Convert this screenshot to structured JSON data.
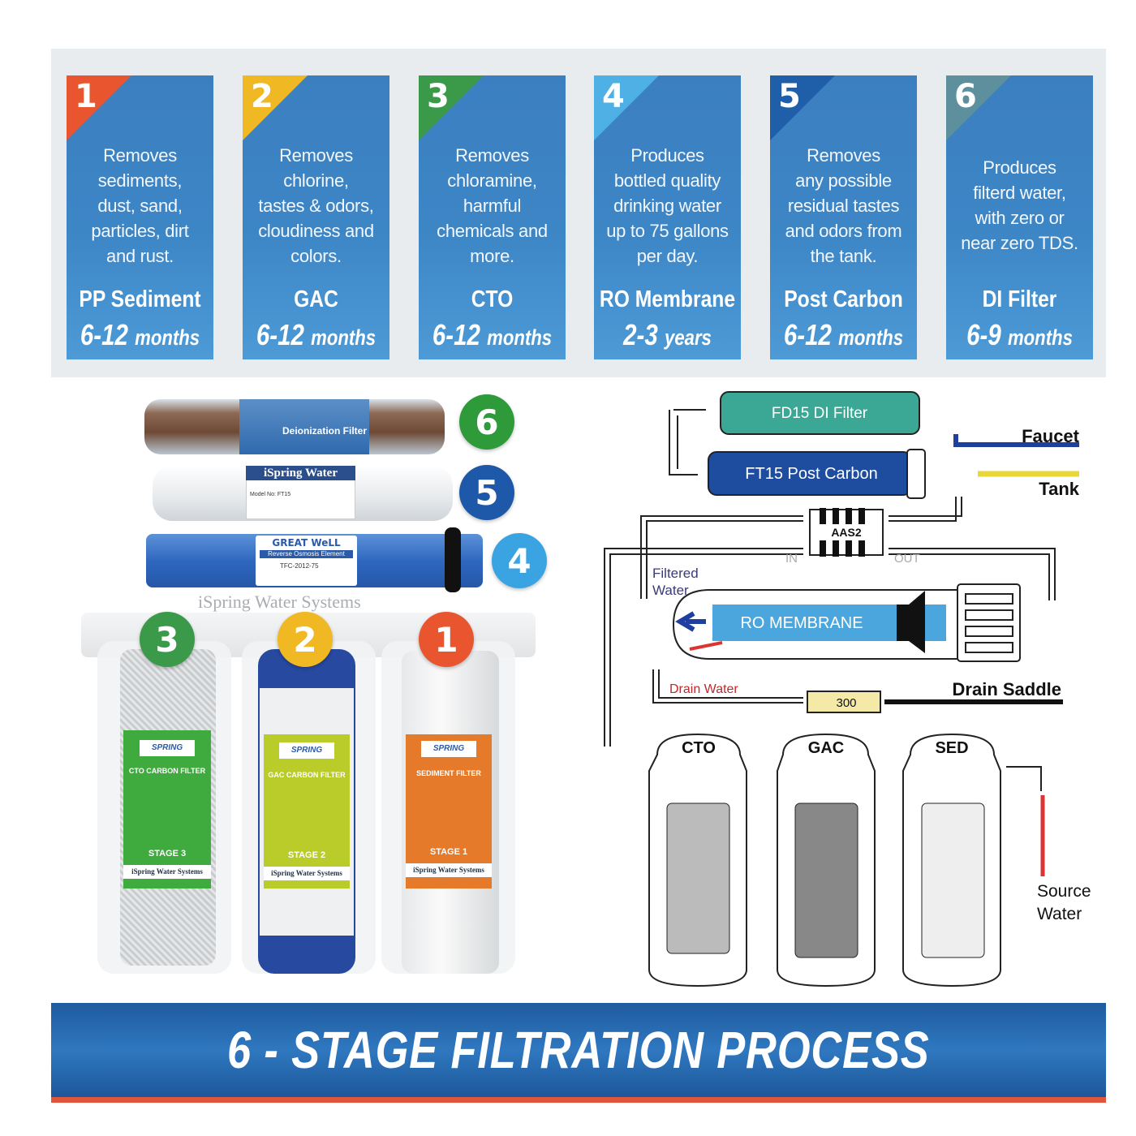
{
  "stages": [
    {
      "number": "1",
      "description": "Removes\nsediments,\ndust, sand,\nparticles, dirt\nand rust.",
      "name": "PP Sediment",
      "life_num": "6-12",
      "life_unit": "months",
      "color": "#e8552f"
    },
    {
      "number": "2",
      "description": "Removes\nchlorine,\ntastes & odors,\ncloudiness and\ncolors.",
      "name": "GAC",
      "life_num": "6-12",
      "life_unit": "months",
      "color": "#f0b823"
    },
    {
      "number": "3",
      "description": "Removes\nchloramine,\nharmful\nchemicals and\nmore.",
      "name": "CTO",
      "life_num": "6-12",
      "life_unit": "months",
      "color": "#3a9a4a"
    },
    {
      "number": "4",
      "description": "Produces\nbottled quality\ndrinking water\nup to 75 gallons\nper day.",
      "name": "RO Membrane",
      "life_num": "2-3",
      "life_unit": "years",
      "color": "#4fb0e6"
    },
    {
      "number": "5",
      "description": "Removes\nany possible\nresidual tastes\nand odors from\nthe tank.",
      "name": "Post Carbon",
      "life_num": "6-12",
      "life_unit": "months",
      "color": "#1f5ea8"
    },
    {
      "number": "6",
      "description": "Produces\nfilterd water,\nwith zero or\nnear zero TDS.",
      "name": "DI Filter",
      "life_num": "6-9",
      "life_unit": "months",
      "color": "#5d8f9c"
    }
  ],
  "photo": {
    "di_label": "Deionization Filter",
    "post_label": "iSpring Water",
    "post_model": "Model No: FT15",
    "ro_brand": "GREAT WeLL",
    "ro_sub": "Reverse Osmosis Element",
    "ro_model": "TFC-2012-75",
    "brand_text": "iSpring Water Systems",
    "cto_label": "CTO CARBON FILTER",
    "gac_label": "GAC CARBON FILTER",
    "sed_label": "SEDIMENT FILTER",
    "stage_word": "STAGE",
    "logo": "SPRING",
    "footer": "iSpring Water Systems"
  },
  "diagram": {
    "di_filter": "FD15 DI Filter",
    "post_carbon": "FT15 Post Carbon",
    "faucet": "Faucet",
    "tank": "Tank",
    "valve": "AAS2",
    "in": "IN",
    "out": "OUT",
    "filtered_1": "Filtered",
    "filtered_2": "Water",
    "ro": "RO MEMBRANE",
    "drain_water": "Drain Water",
    "restrictor": "300",
    "drain_saddle": "Drain Saddle",
    "cto": "CTO",
    "gac": "GAC",
    "sed": "SED",
    "source_1": "Source",
    "source_2": "Water"
  },
  "banner": "6 - STAGE FILTRATION PROCESS"
}
